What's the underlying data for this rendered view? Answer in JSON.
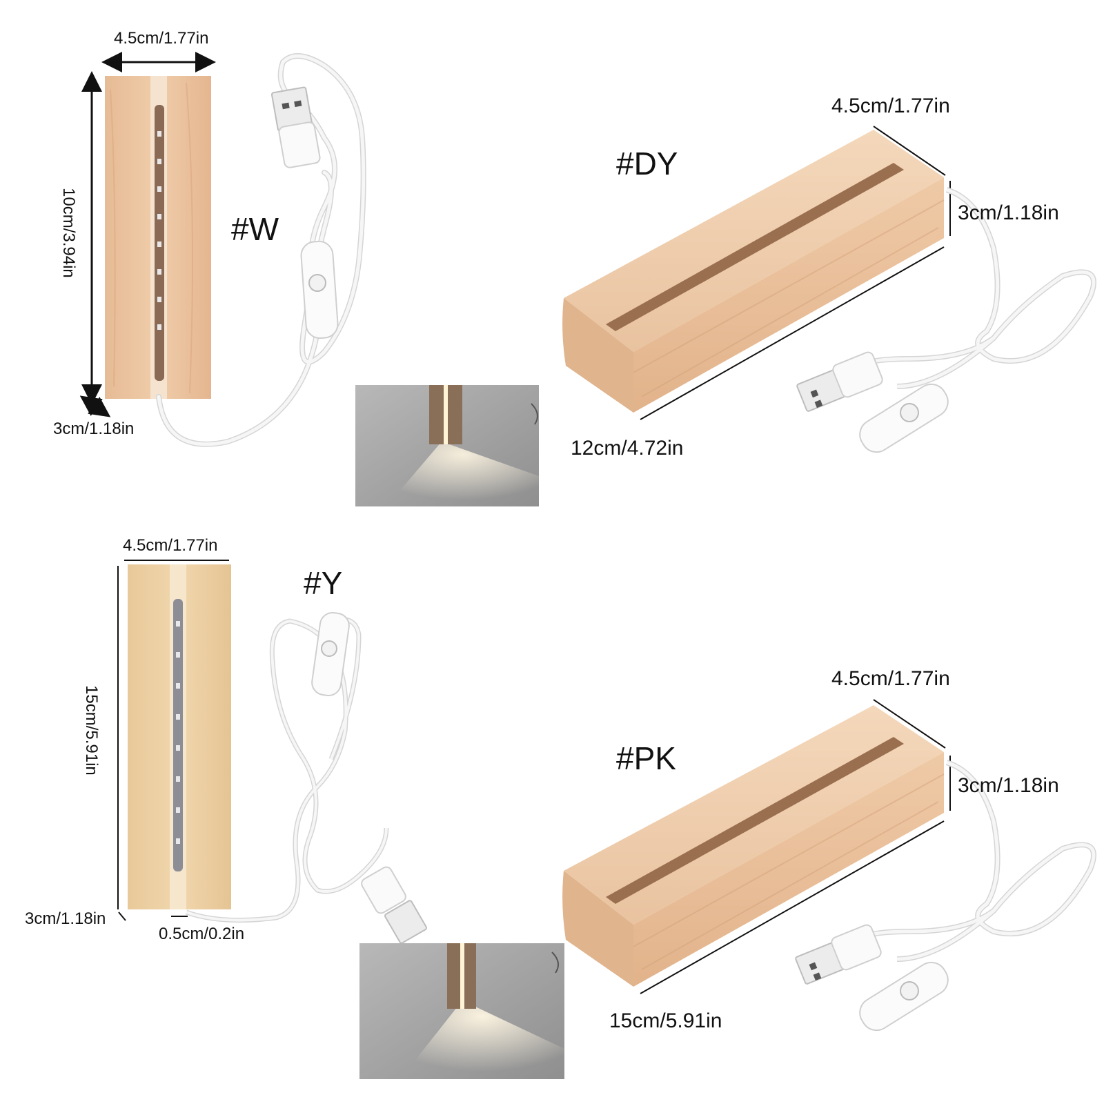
{
  "variants": {
    "w": {
      "code": "#W",
      "width": "4.5cm/1.77in",
      "height": "10cm/3.94in",
      "depth": "3cm/1.18in"
    },
    "dy": {
      "code": "#DY",
      "width": "4.5cm/1.77in",
      "height": "3cm/1.18in",
      "length": "12cm/4.72in"
    },
    "y": {
      "code": "#Y",
      "width": "4.5cm/1.77in",
      "height": "15cm/5.91in",
      "depth": "3cm/1.18in",
      "slot": "0.5cm/0.2in"
    },
    "pk": {
      "code": "#PK",
      "width": "4.5cm/1.77in",
      "height": "3cm/1.18in",
      "length": "15cm/5.91in"
    }
  },
  "colors": {
    "wood": "#ecc6a3",
    "wood_dark": "#d9ab84",
    "slot": "#8a6a55",
    "cable": "#f4f4f4",
    "cable_edge": "#cfcfcf"
  }
}
